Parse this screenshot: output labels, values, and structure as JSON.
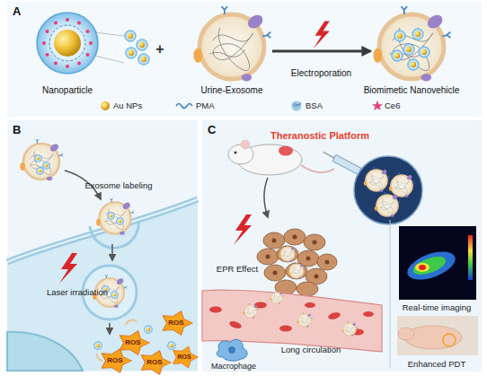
{
  "diagram": {
    "nodes": [
      {
        "text": [
          "A"
        ]
      },
      {
        "text": [
          "Nanoparticle"
        ],
        "in": 0
      },
      {
        "text": [
          "Urine-Exosome"
        ],
        "in": 0
      },
      {
        "text": [
          "Biomimetic Nanovehicle"
        ],
        "in": 0
      },
      {
        "text": [
          "B"
        ]
      },
      {
        "text": [
          "C"
        ]
      }
    ],
    "edges": [
      {
        "from": 2,
        "to": 3,
        "arrow": "to",
        "label": "Electroporation"
      }
    ],
    "labels": [
      "+",
      "Exosome labeling",
      "Laser irradiation",
      "ROS",
      "ROS",
      "ROS",
      "ROS",
      "ROS",
      "Theranostic Platform",
      "EPR Effect",
      "Long circulation",
      "Macrophage",
      "Real-time imaging",
      "Enhanced PDT"
    ],
    "legend": [
      {
        "text": "Au NPs"
      },
      {
        "text": "PMA"
      },
      {
        "text": "BSA"
      },
      {
        "text": "Ce6"
      }
    ]
  }
}
